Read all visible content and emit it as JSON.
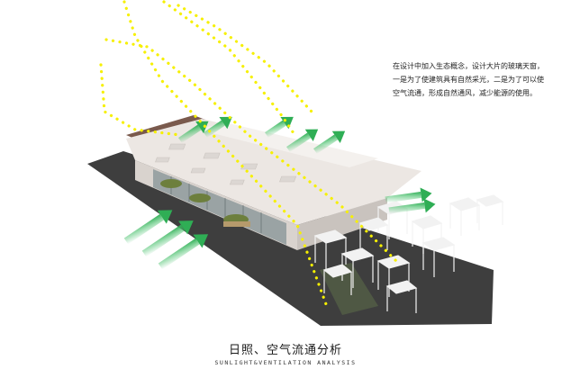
{
  "description_text": "在设计中加入生态概念，设计大片的玻璃天窗，一是为了使建筑具有自然采光，二是为了可以使空气流通，形成自然通风，减少能源的使用。",
  "title": "日照、空气流通分析",
  "subtitle": "SUNLIGHT&VENTILATION  ANALYSIS",
  "colors": {
    "sun_dots": "#f6f000",
    "airflow_arrow": "#46c06a",
    "ground": "#3e3e3e",
    "building": "#ebe6e2",
    "back_wall": "#7a5a4d"
  },
  "icons": [
    "sunlight-path",
    "airflow-arrow",
    "skylight",
    "pergola-frame",
    "planter"
  ]
}
